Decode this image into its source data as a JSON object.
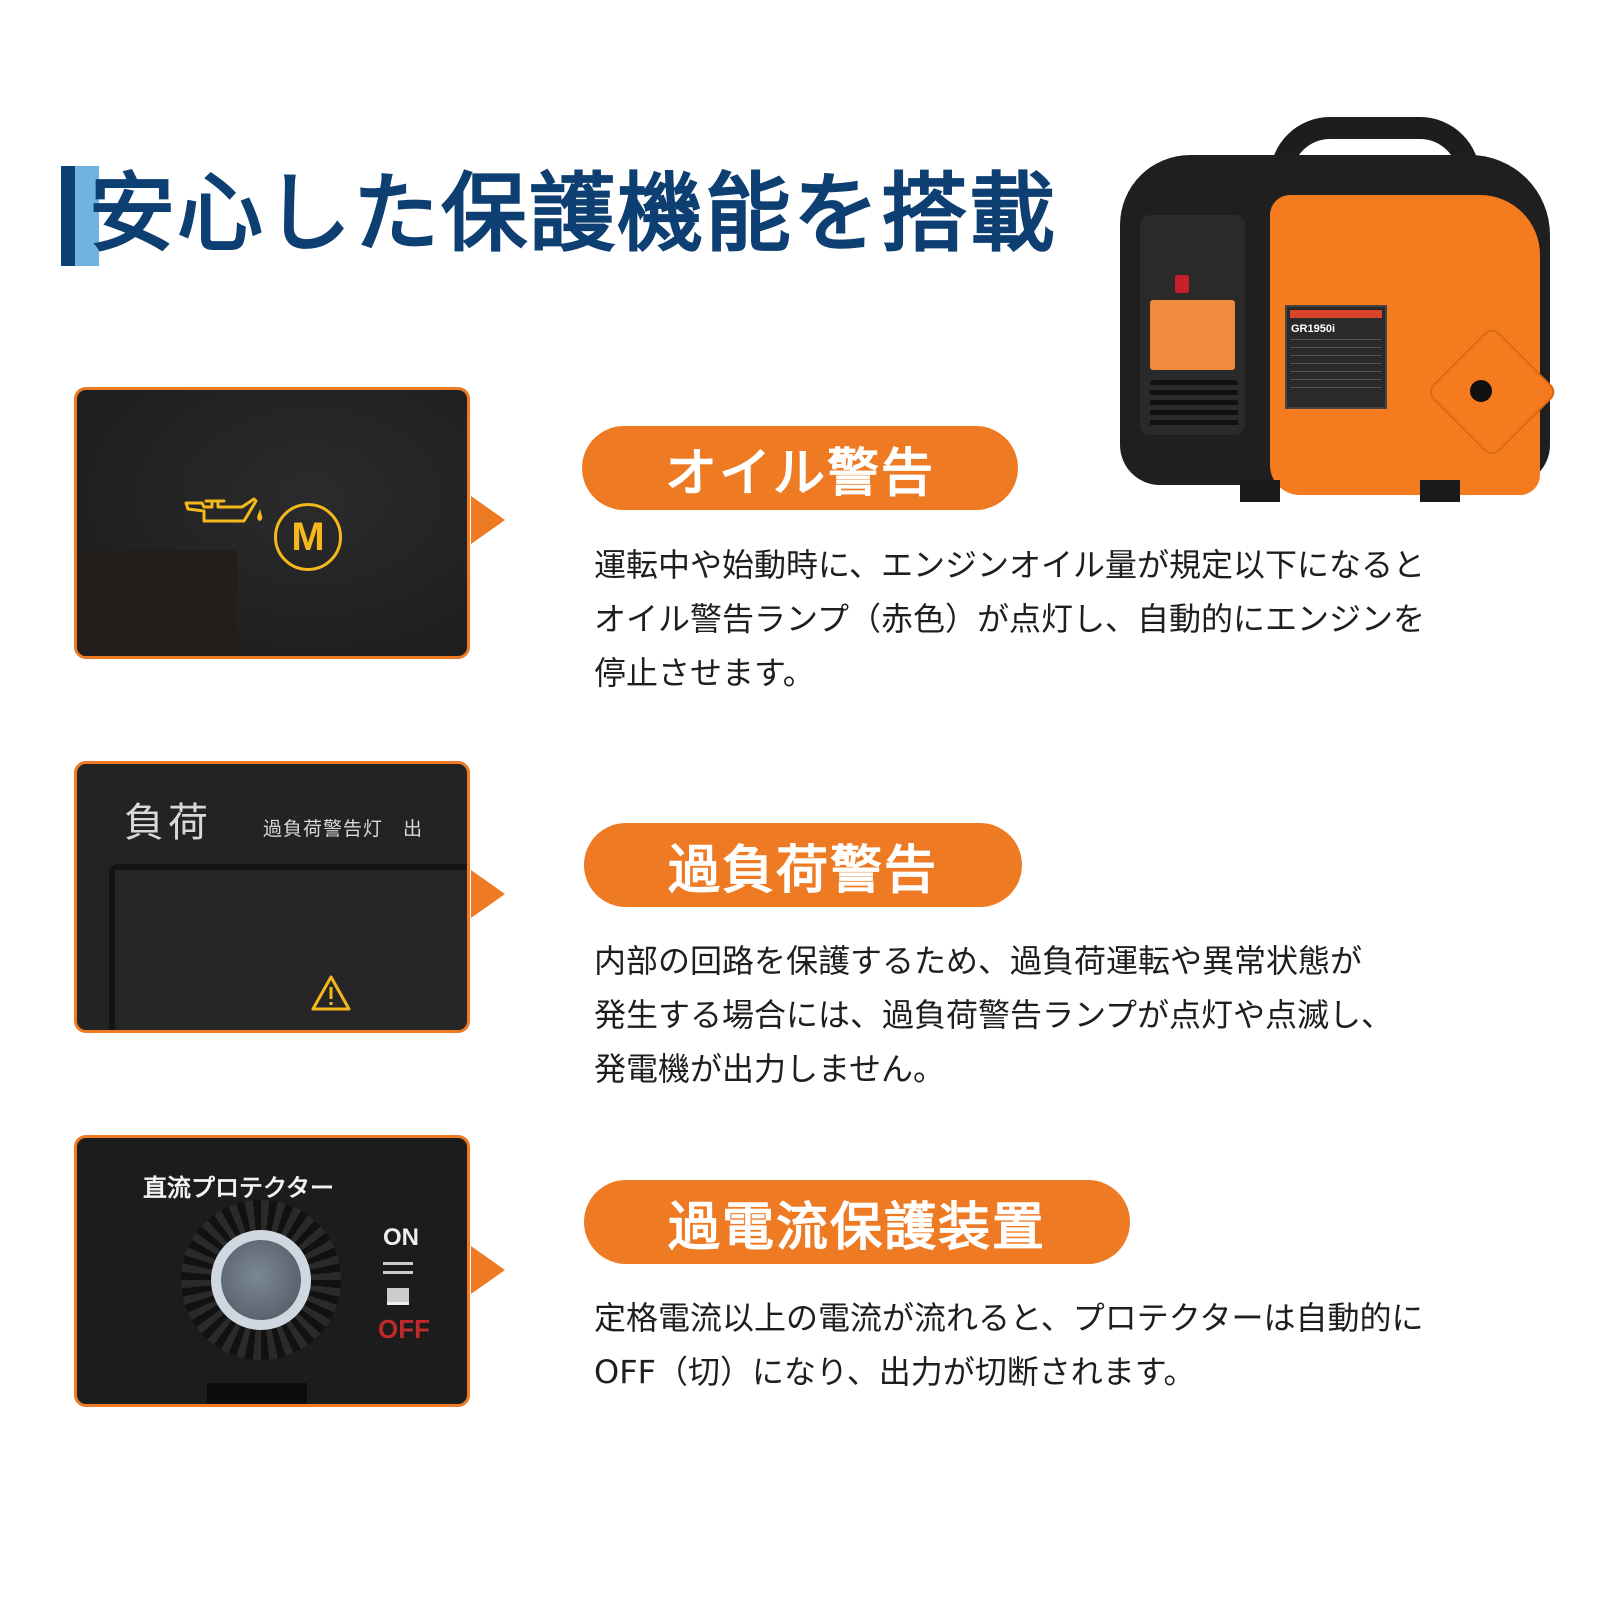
{
  "header": {
    "title": "安心した保護機能を搭載",
    "accent_dark": "#0e3f72",
    "accent_light": "#6fb3de"
  },
  "product": {
    "name": "generator-photo",
    "model_label": "GR1950i",
    "body_color": "#f47b1e"
  },
  "theme": {
    "orange": "#ee7a23",
    "text": "#1e1e1e"
  },
  "features": [
    {
      "heading": "オイル警告",
      "lines": [
        "運転中や始動時に、エンジンオイル量が規定以下になると",
        "オイル警告ランプ（赤色）が点灯し、自動的にエンジンを",
        "停止させます。"
      ],
      "image": {
        "icons": [
          "oil-can-icon",
          "m-badge-icon"
        ],
        "badge_text": "M"
      }
    },
    {
      "heading": "過負荷警告",
      "lines": [
        "内部の回路を保護するため、過負荷運転や異常状態が",
        "発生する場合には、過負荷警告ランプが点灯や点滅し、",
        "発電機が出力しません。"
      ],
      "image": {
        "panel_label_large": "負荷",
        "panel_label_small": "過負荷警告灯　出",
        "icons": [
          "warning-triangle-icon"
        ]
      }
    },
    {
      "heading": "過電流保護装置",
      "lines": [
        "定格電流以上の電流が流れると、プロテクターは自動的に",
        "OFF（切）になり、出力が切断されます。"
      ],
      "image": {
        "panel_label": "直流プロテクター",
        "on_label": "ON",
        "off_label": "OFF",
        "off_color": "#c0292a"
      }
    }
  ]
}
